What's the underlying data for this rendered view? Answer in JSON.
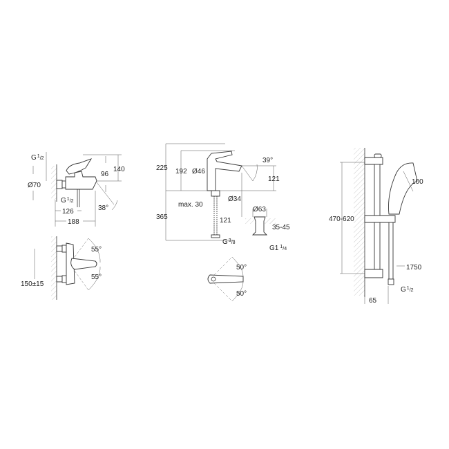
{
  "drawing": {
    "bath_mixer": {
      "inlet": {
        "prefix": "G",
        "num": "1",
        "den": "2"
      },
      "diameter": "Ø70",
      "height_96": "96",
      "height_140": "140",
      "outlet": {
        "prefix": "G",
        "num": "1",
        "den": "2"
      },
      "dim_126": "126",
      "angle_spout": "38°",
      "dim_188": "188",
      "centres": "150±15",
      "angle_top": "55°",
      "angle_bottom": "55°"
    },
    "basin_mixer": {
      "dim_225": "225",
      "dim_192": "192",
      "diameter_46": "Ø46",
      "angle": "39°",
      "dim_121_right": "121",
      "max_thickness": "max. 30",
      "diameter_34": "Ø34",
      "dim_365": "365",
      "diameter_63": "Ø63",
      "dim_121_mid": "121",
      "range_35_45": "35-45",
      "connection": {
        "prefix": "G",
        "num": "3",
        "den": "8"
      },
      "waste": {
        "prefix": "G1",
        "num": "1",
        "den": "4"
      },
      "angle_top": "50°",
      "angle_bottom": "50°"
    },
    "shower_set": {
      "rail_range": "470-620",
      "head_diameter": "100",
      "hose_length": "1750",
      "connection": {
        "prefix": "G",
        "num": "1",
        "den": "2"
      },
      "wall_distance": "65"
    }
  }
}
